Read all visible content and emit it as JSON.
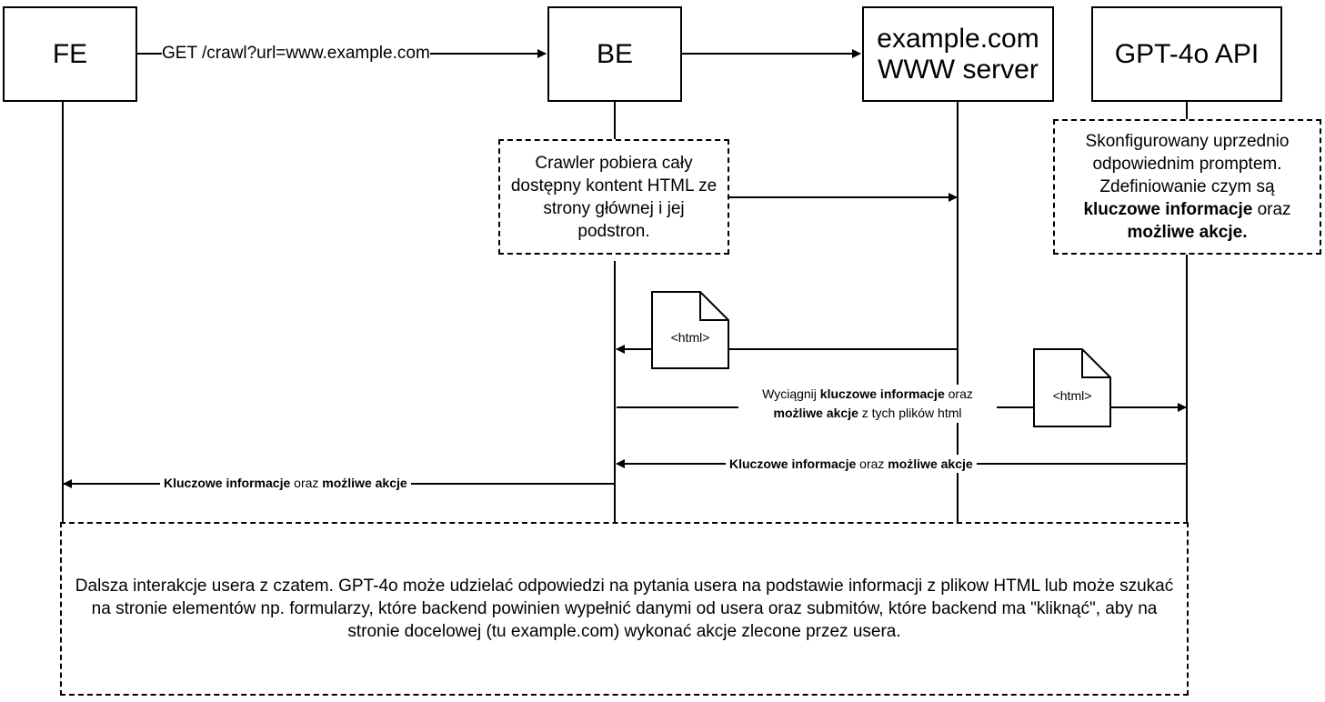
{
  "actors": {
    "fe": "FE",
    "be": "BE",
    "server_line1": "example.com",
    "server_line2": "WWW server",
    "gpt": "GPT-4o API"
  },
  "notes": {
    "crawler": "Crawler pobiera cały dostępny kontent HTML ze strony głównej i jej podstron.",
    "gpt_config_1": "Skonfigurowany uprzednio odpowiednim promptem. Zdefiniowanie czym są",
    "gpt_config_bold_1": "kluczowe informacje",
    "gpt_config_2": "oraz",
    "gpt_config_bold_2": "możliwe akcje.",
    "final": "Dalsza interakcje usera z czatem. GPT-4o może udzielać odpowiedzi na pytania usera na podstawie informacji z plikow HTML lub może szukać na stronie elementów np. formularzy, które backend powinien wypełnić danymi od usera oraz submitów, które backend ma \"kliknąć\", aby na stronie docelowej (tu example.com) wykonać akcje zlecone przez usera."
  },
  "messages": {
    "get_request": "GET /crawl?url=www.example.com",
    "extract_1": "Wyciągnij",
    "extract_bold_1": "kluczowe informacje",
    "extract_2": "oraz",
    "extract_bold_2": "możliwe akcje",
    "extract_3": "z tych plików html",
    "gpt_reply_bold_1": "Kluczowe informacje",
    "gpt_reply_mid": "oraz",
    "gpt_reply_bold_2": "możliwe akcje",
    "fe_reply_bold_1": "Kluczowe informacje",
    "fe_reply_mid": "oraz",
    "fe_reply_bold_2": "możliwe akcje"
  },
  "documents": {
    "html_1": "<html>",
    "html_2": "<html>"
  }
}
